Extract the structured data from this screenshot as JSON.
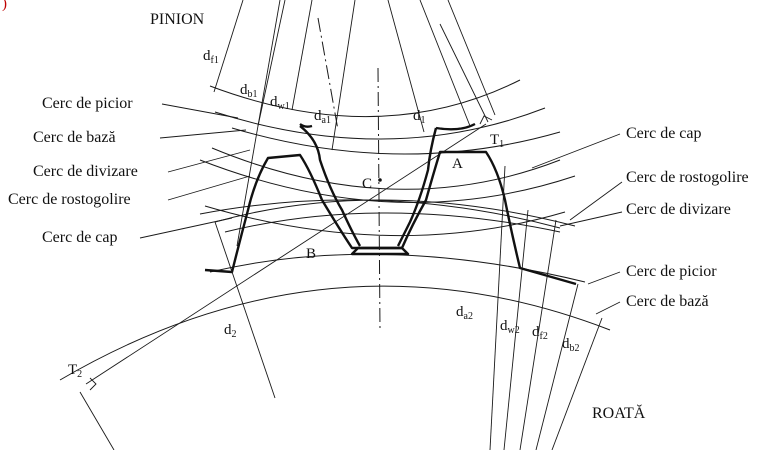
{
  "top_left_fragment": ")",
  "titles": {
    "pinion": "PINION",
    "wheel": "ROATĂ"
  },
  "left_labels": [
    "Cerc de picior",
    "Cerc de bază",
    "Cerc de divizare",
    "Cerc de rostogolire",
    "Cerc de cap"
  ],
  "right_labels": [
    "Cerc de cap",
    "Cerc de rostogolire",
    "Cerc de divizare",
    "Cerc de picior",
    "Cerc de bază"
  ],
  "points": {
    "a": "A",
    "b": "B",
    "c": "C",
    "t1": "T",
    "t1_sub": "1",
    "t2": "T",
    "t2_sub": "2"
  },
  "dims": {
    "df1": {
      "base": "d",
      "sub": "f1"
    },
    "db1": {
      "base": "d",
      "sub": "b1"
    },
    "dw1": {
      "base": "d",
      "sub": "w1"
    },
    "da1": {
      "base": "d",
      "sub": "a1"
    },
    "d1": {
      "base": "d",
      "sub": "1"
    },
    "d2": {
      "base": "d",
      "sub": "2"
    },
    "da2": {
      "base": "d",
      "sub": "a2"
    },
    "dw2": {
      "base": "d",
      "sub": "w2"
    },
    "df2": {
      "base": "d",
      "sub": "f2"
    },
    "db2": {
      "base": "d",
      "sub": "b2"
    }
  }
}
